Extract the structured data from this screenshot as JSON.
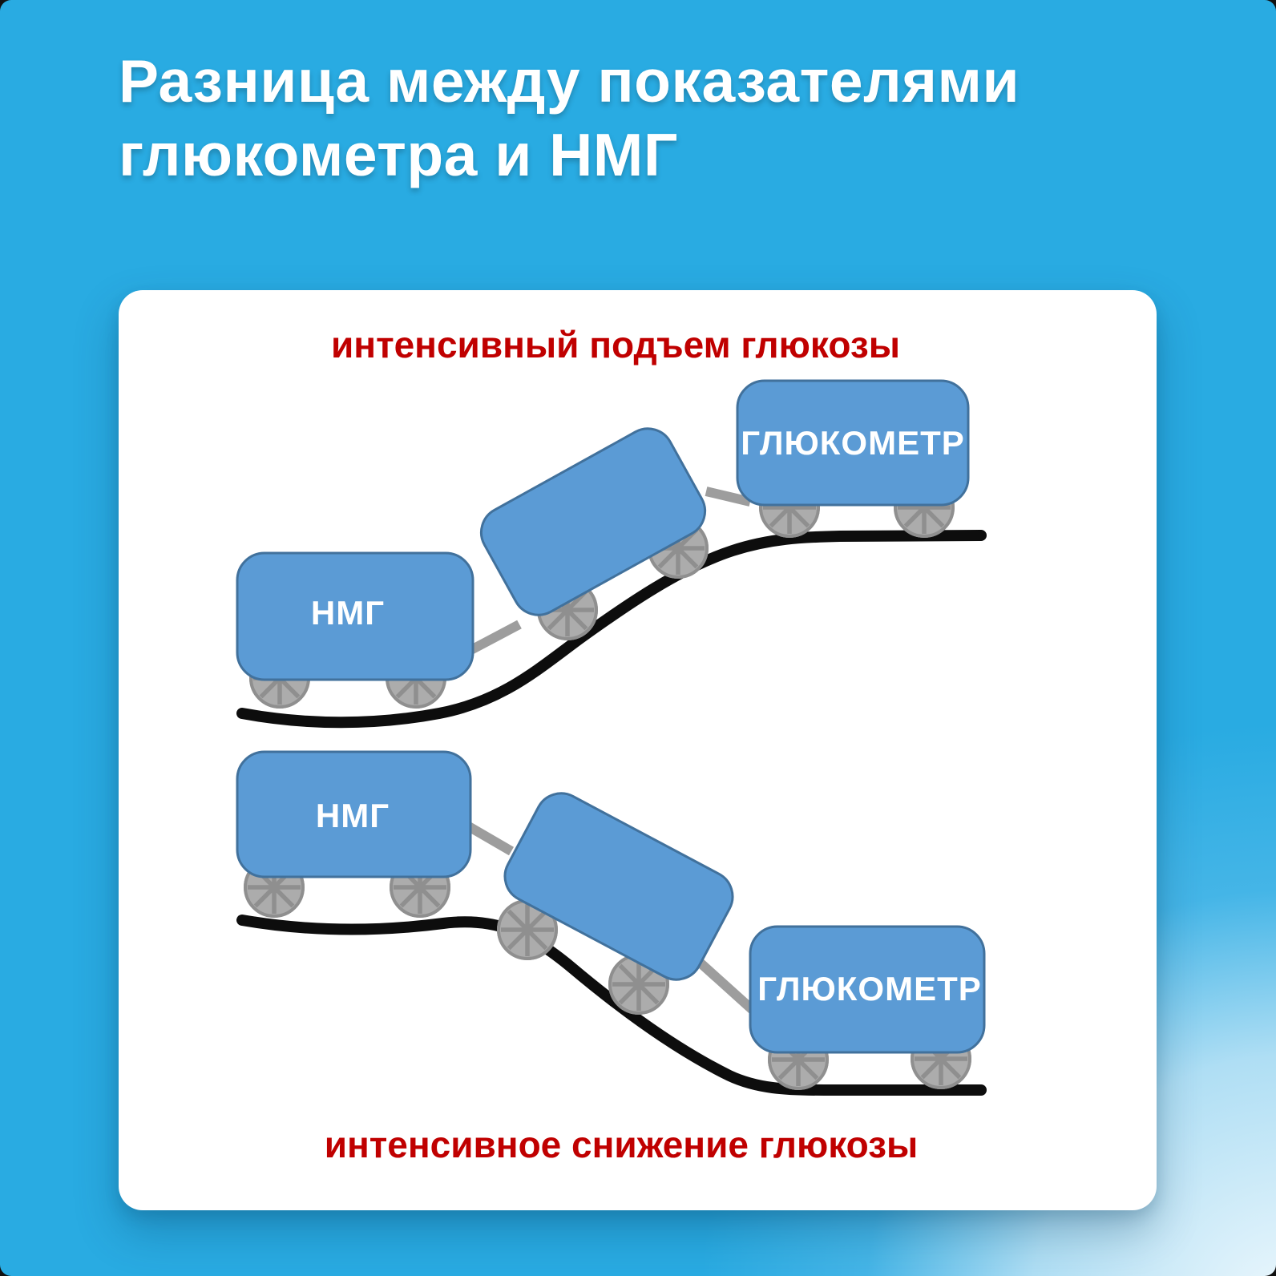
{
  "page": {
    "title": "Разница между показателями\nглюкометра и НМГ"
  },
  "diagram": {
    "top_caption": "интенсивный подъем глюкозы",
    "bottom_caption": "интенсивное снижение глюкозы",
    "cgm_label": "НМГ",
    "glucometer_label": "ГЛЮКОМЕТР"
  },
  "colors": {
    "bg-blue": "#29abe2",
    "bg-light": "#eef8fd",
    "card-bg": "#ffffff",
    "title-color": "#ffffff",
    "caption-red": "#c00000",
    "car-blue": "#5b9bd5",
    "car-border": "#41719c",
    "wheel-fill": "#acacac",
    "wheel-line": "#8f8f8f",
    "track-color": "#0d0d0d",
    "coupler-color": "#9d9d9d"
  }
}
